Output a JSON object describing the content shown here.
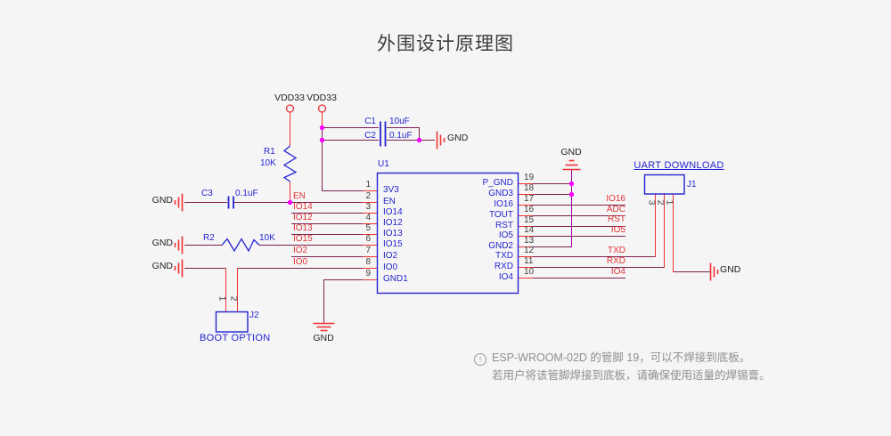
{
  "title": "外围设计原理图",
  "colors": {
    "background": "#f5f5f6",
    "wire": "#7c2150",
    "stub_red": "#ee3333",
    "component_blue": "#2424cf",
    "net_label_red": "#e23434",
    "junction_magenta": "#ff00ff",
    "gnd_net_wire": "#a100a1",
    "title_text": "#3c3c3c",
    "note_text": "#8f8f8f"
  },
  "power": {
    "vdd33": "VDD33",
    "gnd": "GND"
  },
  "components": {
    "u1": {
      "ref": "U1",
      "left_pins": [
        {
          "num": "1",
          "name": "3V3"
        },
        {
          "num": "2",
          "name": "EN"
        },
        {
          "num": "3",
          "name": "IO14"
        },
        {
          "num": "4",
          "name": "IO12"
        },
        {
          "num": "5",
          "name": "IO13"
        },
        {
          "num": "6",
          "name": "IO15"
        },
        {
          "num": "7",
          "name": "IO2"
        },
        {
          "num": "8",
          "name": "IO0"
        },
        {
          "num": "9",
          "name": "GND1"
        }
      ],
      "right_pins": [
        {
          "num": "19",
          "name": "P_GND"
        },
        {
          "num": "18",
          "name": "GND3"
        },
        {
          "num": "17",
          "name": "IO16"
        },
        {
          "num": "16",
          "name": "TOUT"
        },
        {
          "num": "15",
          "name": "RST"
        },
        {
          "num": "14",
          "name": "IO5"
        },
        {
          "num": "13",
          "name": "GND2"
        },
        {
          "num": "12",
          "name": "TXD"
        },
        {
          "num": "11",
          "name": "RXD"
        },
        {
          "num": "10",
          "name": "IO4"
        }
      ]
    },
    "r1": {
      "ref": "R1",
      "value": "10K"
    },
    "r2": {
      "ref": "R2",
      "value": "10K"
    },
    "c1": {
      "ref": "C1",
      "value": "10uF"
    },
    "c2": {
      "ref": "C2",
      "value": "0.1uF"
    },
    "c3": {
      "ref": "C3",
      "value": "0.1uF"
    },
    "j1": {
      "ref": "J1",
      "label": "UART DOWNLOAD",
      "pins": [
        "3",
        "2",
        "1"
      ]
    },
    "j2": {
      "ref": "J2",
      "label": "BOOT OPTION",
      "pins": [
        "1",
        "2"
      ]
    }
  },
  "net_labels": {
    "left": [
      "EN",
      "IO14",
      "IO12",
      "IO13",
      "IO15",
      "IO2",
      "IO0"
    ],
    "right": [
      "IO16",
      "ADC",
      "RST",
      "IO5",
      "TXD",
      "RXD",
      "IO4"
    ]
  },
  "note": {
    "icon": "!",
    "line1": "ESP-WROOM-02D 的管脚 19，可以不焊接到底板。",
    "line2": "若用户将该管脚焊接到底板，请确保使用适量的焊锡膏。"
  }
}
